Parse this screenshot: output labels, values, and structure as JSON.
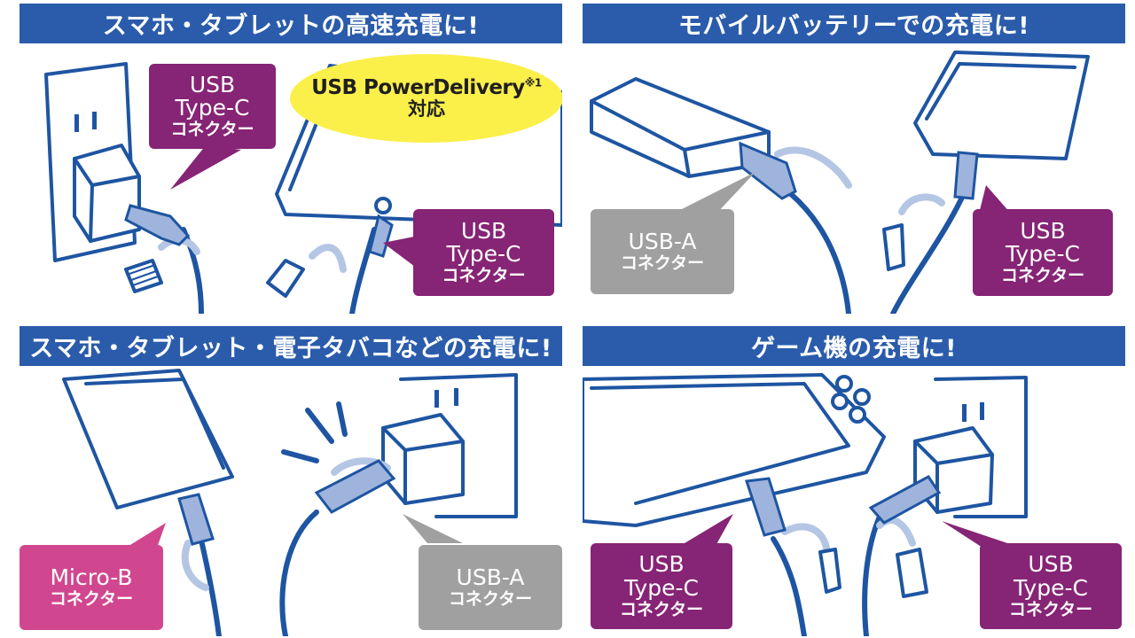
{
  "colors": {
    "banner": "#2b5cab",
    "purple": "#862475",
    "gray": "#a0a0a0",
    "pink": "#d1478f",
    "yellow": "#fbef4a",
    "line": "#1e55a2",
    "cable_light": "#b4c6e4"
  },
  "panels": [
    {
      "title": "スマホ・タブレットの高速充電に!",
      "badge": {
        "line1": "USB PowerDelivery",
        "mark": "※1",
        "line2": "対応"
      },
      "callouts": [
        {
          "l1": "USB",
          "l2": "Type-C",
          "l3": "コネクター"
        },
        {
          "l1": "USB",
          "l2": "Type-C",
          "l3": "コネクター"
        }
      ]
    },
    {
      "title": "モバイルバッテリーでの充電に!",
      "callouts": [
        {
          "l1": "USB-A",
          "l3": "コネクター"
        },
        {
          "l1": "USB",
          "l2": "Type-C",
          "l3": "コネクター"
        }
      ]
    },
    {
      "title": "スマホ・タブレット・電子タバコなどの充電に!",
      "callouts": [
        {
          "l1": "Micro-B",
          "l3": "コネクター"
        },
        {
          "l1": "USB-A",
          "l3": "コネクター"
        }
      ]
    },
    {
      "title": "ゲーム機の充電に!",
      "callouts": [
        {
          "l1": "USB",
          "l2": "Type-C",
          "l3": "コネクター"
        },
        {
          "l1": "USB",
          "l2": "Type-C",
          "l3": "コネクター"
        }
      ]
    }
  ]
}
